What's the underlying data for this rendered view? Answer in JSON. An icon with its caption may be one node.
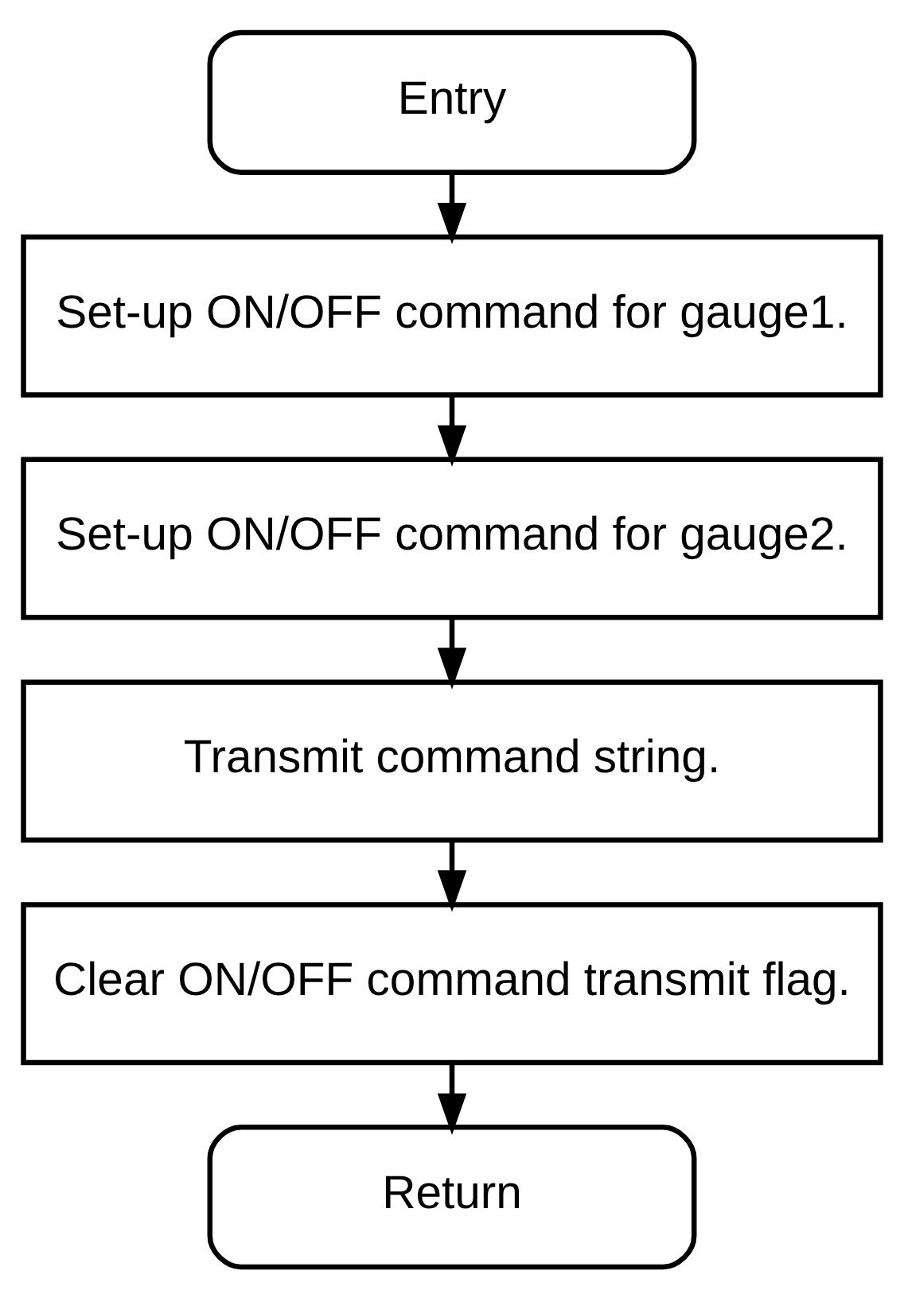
{
  "diagram": {
    "nodes": [
      {
        "text": [
          "Entry"
        ]
      },
      {
        "text": [
          "Set-up ON/OFF command for gauge1."
        ]
      },
      {
        "text": [
          "Set-up ON/OFF command for gauge2."
        ]
      },
      {
        "text": [
          "Transmit command string."
        ]
      },
      {
        "text": [
          "Clear ON/OFF command transmit flag."
        ]
      },
      {
        "text": [
          "Return"
        ]
      }
    ],
    "edges": [
      {
        "from": 0,
        "to": 1,
        "arrow": "to"
      },
      {
        "from": 1,
        "to": 2,
        "arrow": "to"
      },
      {
        "from": 2,
        "to": 3,
        "arrow": "to"
      },
      {
        "from": 3,
        "to": 4,
        "arrow": "to"
      },
      {
        "from": 4,
        "to": 5,
        "arrow": "to"
      }
    ]
  }
}
